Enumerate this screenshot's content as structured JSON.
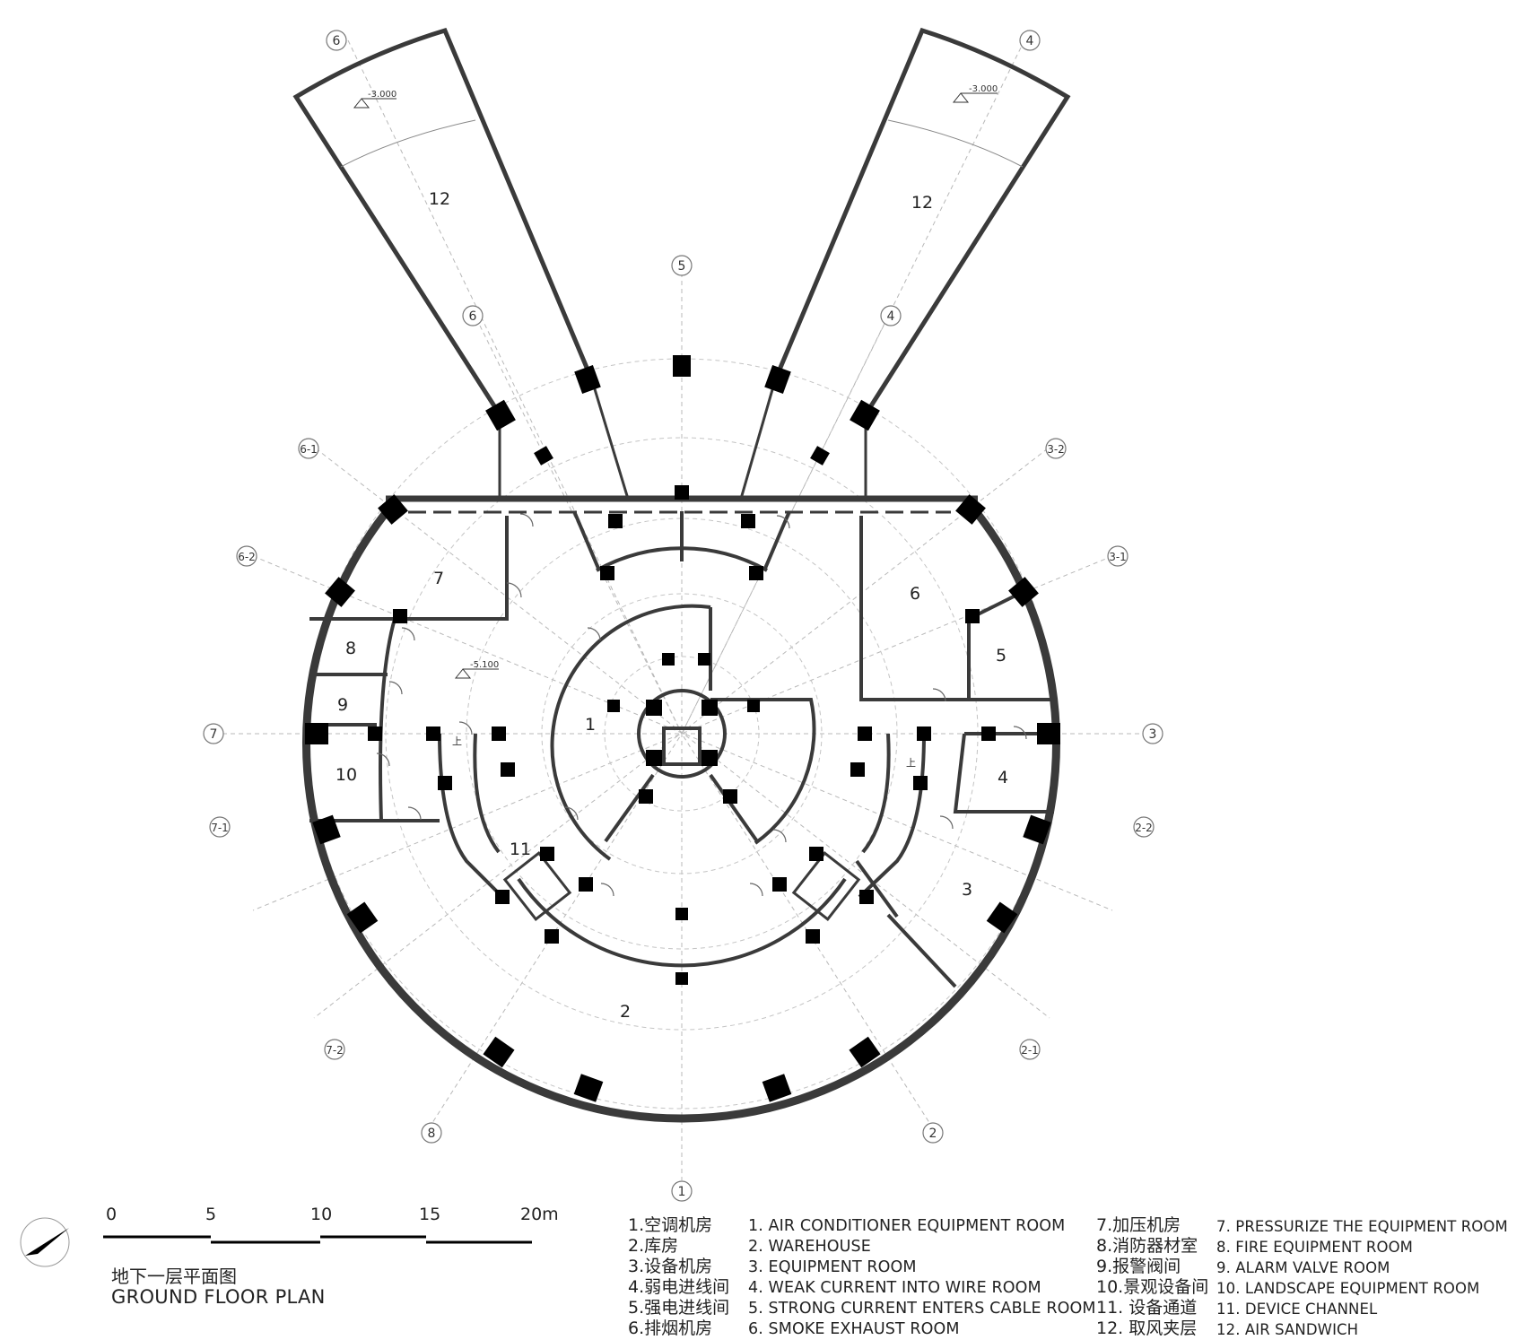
{
  "title": {
    "cn": "地下一层平面图",
    "en": "GROUND FLOOR PLAN"
  },
  "scale_bar": {
    "labels": [
      "0",
      "5",
      "10",
      "15",
      "20m"
    ]
  },
  "grid_axis_labels": [
    "1",
    "2",
    "2-1",
    "2-2",
    "3",
    "3-1",
    "3-2",
    "4",
    "5",
    "6",
    "6-1",
    "6-2",
    "7",
    "7-1",
    "7-2",
    "8"
  ],
  "room_numbers": [
    "1",
    "2",
    "3",
    "4",
    "5",
    "6",
    "7",
    "8",
    "9",
    "10",
    "11",
    "12"
  ],
  "elevations": [
    "-3.000",
    "-5.100"
  ],
  "stair_mark": "上",
  "legend_cn": [
    "1.空调机房",
    "2.库房",
    "3.设备机房",
    "4.弱电进线间",
    "5.强电进线间",
    "6.排烟机房",
    "7.加压机房",
    "8.消防器材室",
    "9.报警阀间",
    "10.景观设备间",
    "11. 设备通道",
    "12. 取风夹层"
  ],
  "legend_en": [
    "1. AIR CONDITIONER EQUIPMENT ROOM",
    "2. WAREHOUSE",
    "3. EQUIPMENT ROOM",
    "4. WEAK CURRENT INTO WIRE ROOM",
    "5. STRONG CURRENT ENTERS  CABLE ROOM",
    "6. SMOKE EXHAUST ROOM",
    "7. PRESSURIZE THE EQUIPMENT ROOM",
    "8. FIRE EQUIPMENT ROOM",
    "9. ALARM VALVE ROOM",
    "10. LANDSCAPE EQUIPMENT ROOM",
    "11. DEVICE CHANNEL",
    "12. AIR SANDWICH"
  ]
}
